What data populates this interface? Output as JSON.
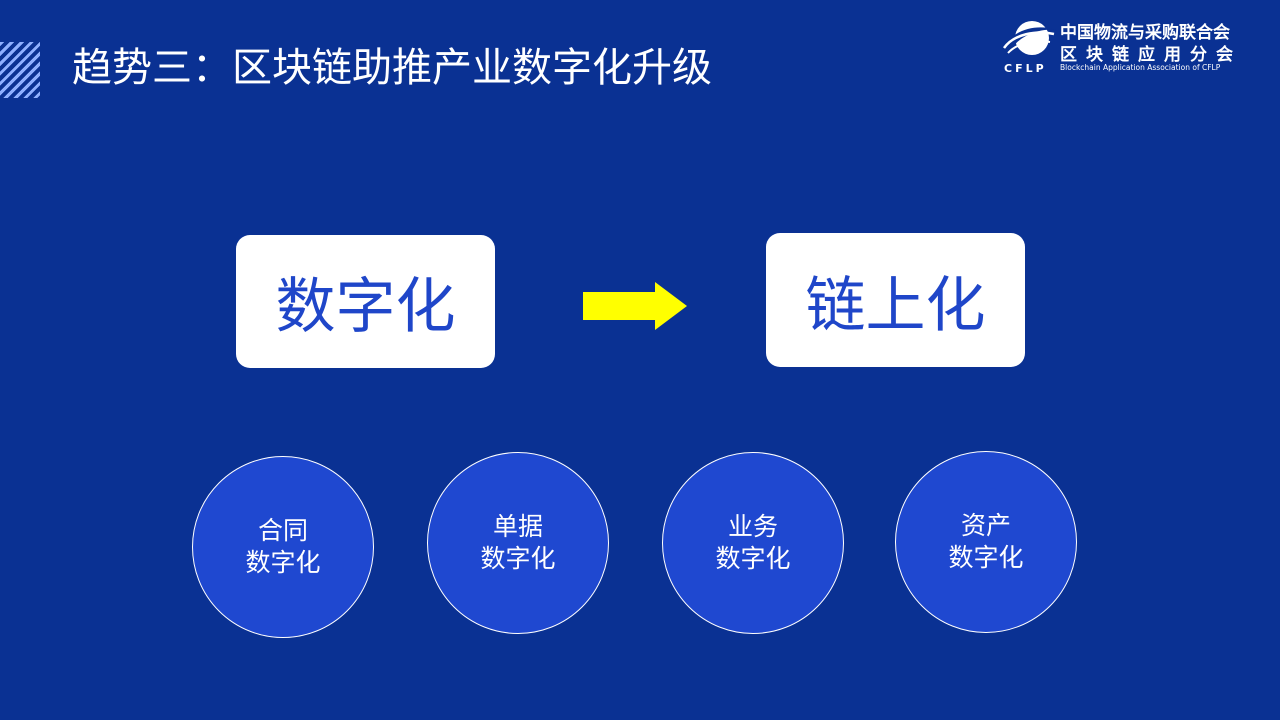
{
  "slide": {
    "title": "趋势三：区块链助推产业数字化升级"
  },
  "logo": {
    "line1": "中国物流与采购联合会",
    "line2": "区块链应用分会",
    "abbr": "CFLP",
    "english": "Blockchain Application Association of CFLP",
    "icon": "globe-swoosh-logo-icon"
  },
  "flow": {
    "from_label": "数字化",
    "to_label": "链上化",
    "arrow_icon": "right-arrow-icon",
    "arrow_color": "#ffff00"
  },
  "circles": [
    {
      "line1": "合同",
      "line2": "数字化"
    },
    {
      "line1": "单据",
      "line2": "数字化"
    },
    {
      "line1": "业务",
      "line2": "数字化"
    },
    {
      "line1": "资产",
      "line2": "数字化"
    }
  ],
  "colors": {
    "background": "#0a3193",
    "box_text": "#1f46c9",
    "circle_fill": "#1f48d0"
  }
}
